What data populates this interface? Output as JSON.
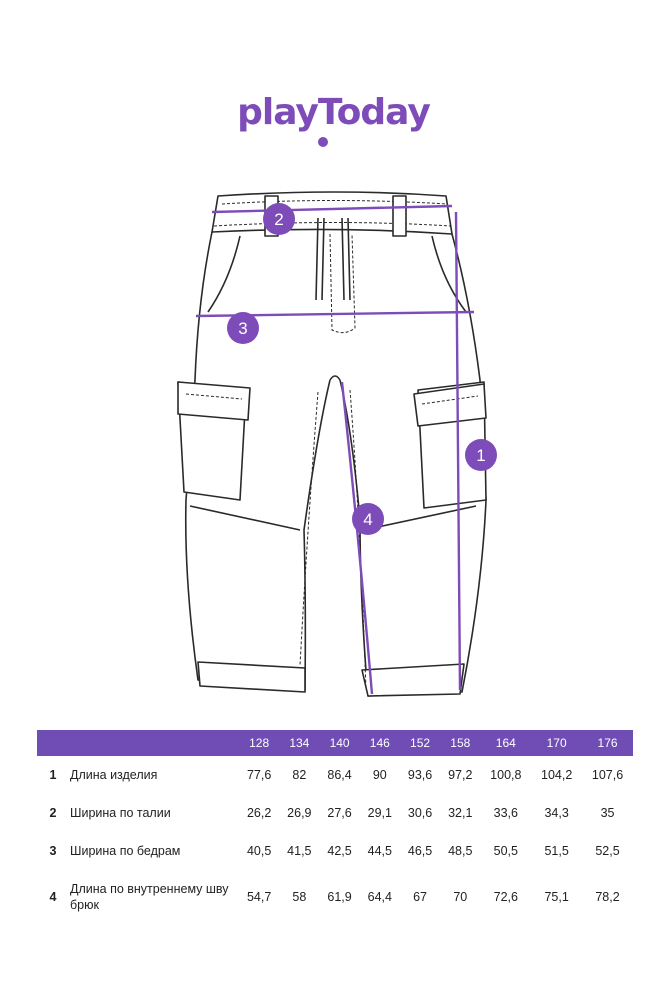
{
  "brand": {
    "logo_text": "playToday",
    "accent_color": "#7d4cb8",
    "table_header_color": "#6f4db5"
  },
  "markers": [
    "2",
    "3",
    "1",
    "4"
  ],
  "table": {
    "sizes": [
      "128",
      "134",
      "140",
      "146",
      "152",
      "158",
      "164",
      "170",
      "176"
    ],
    "rows": [
      {
        "num": "1",
        "name": "Длина изделия",
        "values": [
          "77,6",
          "82",
          "86,4",
          "90",
          "93,6",
          "97,2",
          "100,8",
          "104,2",
          "107,6"
        ]
      },
      {
        "num": "2",
        "name": "Ширина по талии",
        "values": [
          "26,2",
          "26,9",
          "27,6",
          "29,1",
          "30,6",
          "32,1",
          "33,6",
          "34,3",
          "35"
        ]
      },
      {
        "num": "3",
        "name": "Ширина по бедрам",
        "values": [
          "40,5",
          "41,5",
          "42,5",
          "44,5",
          "46,5",
          "48,5",
          "50,5",
          "51,5",
          "52,5"
        ]
      },
      {
        "num": "4",
        "name": "Длина по внутреннему шву брюк",
        "values": [
          "54,7",
          "58",
          "61,9",
          "64,4",
          "67",
          "70",
          "72,6",
          "75,1",
          "78,2"
        ]
      }
    ]
  }
}
